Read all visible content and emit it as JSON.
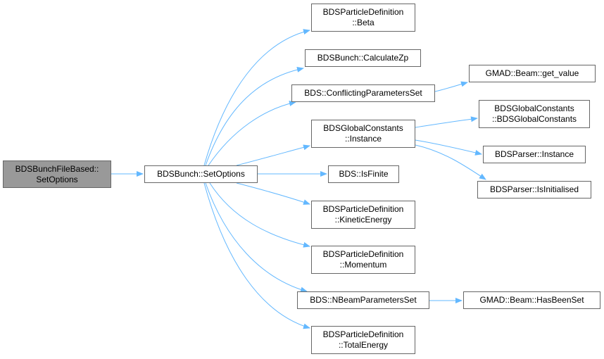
{
  "colors": {
    "edge": "#63b8ff",
    "root_fill": "#999999",
    "node_border": "#666666"
  },
  "nodes": {
    "root": {
      "line1": "BDSBunchFileBased::",
      "line2": "SetOptions"
    },
    "setopts": {
      "line1": "BDSBunch::SetOptions"
    },
    "beta": {
      "line1": "BDSParticleDefinition",
      "line2": "::Beta"
    },
    "calczp": {
      "line1": "BDSBunch::CalculateZp"
    },
    "conflict": {
      "line1": "BDS::ConflictingParametersSet"
    },
    "getval": {
      "line1": "GMAD::Beam::get_value"
    },
    "gcinst": {
      "line1": "BDSGlobalConstants",
      "line2": "::Instance"
    },
    "gcctor": {
      "line1": "BDSGlobalConstants",
      "line2": "::BDSGlobalConstants"
    },
    "pinst": {
      "line1": "BDSParser::Instance"
    },
    "isinit": {
      "line1": "BDSParser::IsInitialised"
    },
    "finite": {
      "line1": "BDS::IsFinite"
    },
    "kinetic": {
      "line1": "BDSParticleDefinition",
      "line2": "::KineticEnergy"
    },
    "momentum": {
      "line1": "BDSParticleDefinition",
      "line2": "::Momentum"
    },
    "nbeam": {
      "line1": "BDS::NBeamParametersSet"
    },
    "hasset": {
      "line1": "GMAD::Beam::HasBeenSet"
    },
    "total": {
      "line1": "BDSParticleDefinition",
      "line2": "::TotalEnergy"
    }
  }
}
